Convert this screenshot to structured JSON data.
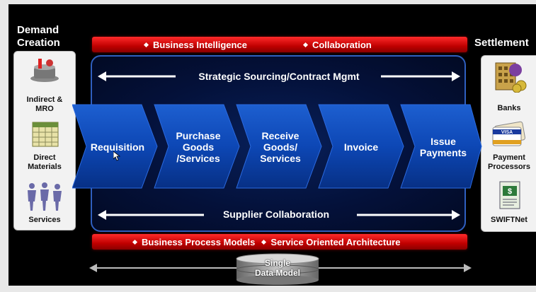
{
  "left_panel": {
    "title_line1": "Demand",
    "title_line2": "Creation",
    "items": [
      {
        "label_line1": "Indirect &",
        "label_line2": "MRO",
        "icon": "office-supplies-icon"
      },
      {
        "label_line1": "Direct",
        "label_line2": "Materials",
        "icon": "calendar-spreadsheet-icon"
      },
      {
        "label_line1": "Services",
        "label_line2": "",
        "icon": "people-icon"
      }
    ]
  },
  "right_panel": {
    "title": "Settlement",
    "items": [
      {
        "label_line1": "Banks",
        "label_line2": "",
        "icon": "bank-building-icon"
      },
      {
        "label_line1": "Payment",
        "label_line2": "Processors",
        "icon": "credit-card-icon"
      },
      {
        "label_line1": "SWIFTNet",
        "label_line2": "",
        "icon": "money-document-icon"
      }
    ]
  },
  "top_bar": {
    "item1": "Business Intelligence",
    "item2": "Collaboration"
  },
  "bottom_bar": {
    "item1": "Business Process Models",
    "item2": "Service Oriented Architecture"
  },
  "top_arrow_label": "Strategic Sourcing/Contract Mgmt",
  "bottom_arrow_label": "Supplier Collaboration",
  "process_steps": [
    {
      "line1": "Requisition",
      "line2": "",
      "line3": ""
    },
    {
      "line1": "Purchase",
      "line2": "Goods",
      "line3": "/Services"
    },
    {
      "line1": "Receive",
      "line2": "Goods/",
      "line3": "Services"
    },
    {
      "line1": "Invoice",
      "line2": "",
      "line3": ""
    },
    {
      "line1": "Issue",
      "line2": "Payments",
      "line3": ""
    }
  ],
  "database": {
    "line1": "Single",
    "line2": "Data Model"
  },
  "colors": {
    "accent_red": "#d40000",
    "core_blue": "#0a3a9e",
    "border_blue": "#2f5fc0"
  }
}
